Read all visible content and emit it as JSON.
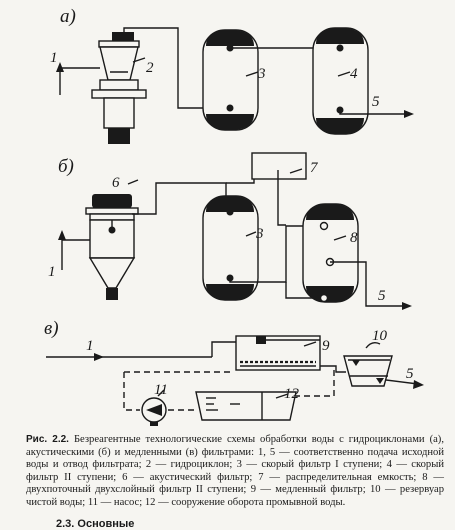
{
  "diagram": {
    "sections": [
      "а)",
      "б)",
      "в)"
    ],
    "labels_a": [
      "1",
      "2",
      "3",
      "4",
      "5"
    ],
    "labels_b": [
      "1",
      "6",
      "7",
      "3",
      "8",
      "5"
    ],
    "labels_c": [
      "1",
      "9",
      "10",
      "11",
      "12",
      "5"
    ]
  },
  "caption": {
    "figure": "Рис. 2.2.",
    "title": "Безреагентные технологические схемы обработки воды с гидроциклонами (а), акустическими (б) и медленными (в) фильтрами:",
    "legend": "1, 5 — соответственно подача исходной воды и отвод фильтрата; 2 — гидроциклон; 3 — скорый фильтр I ступени; 4 — скорый фильтр II ступени; 6 — акустический фильтр; 7 — распределительная емкость; 8 — двухпоточный двухслойный фильтр II ступени; 9 — медленный фильтр; 10 — резервуар чистой воды; 11 — насос; 12 — сооружение оборота промывной воды."
  },
  "section_heading": "2.3. Основные"
}
